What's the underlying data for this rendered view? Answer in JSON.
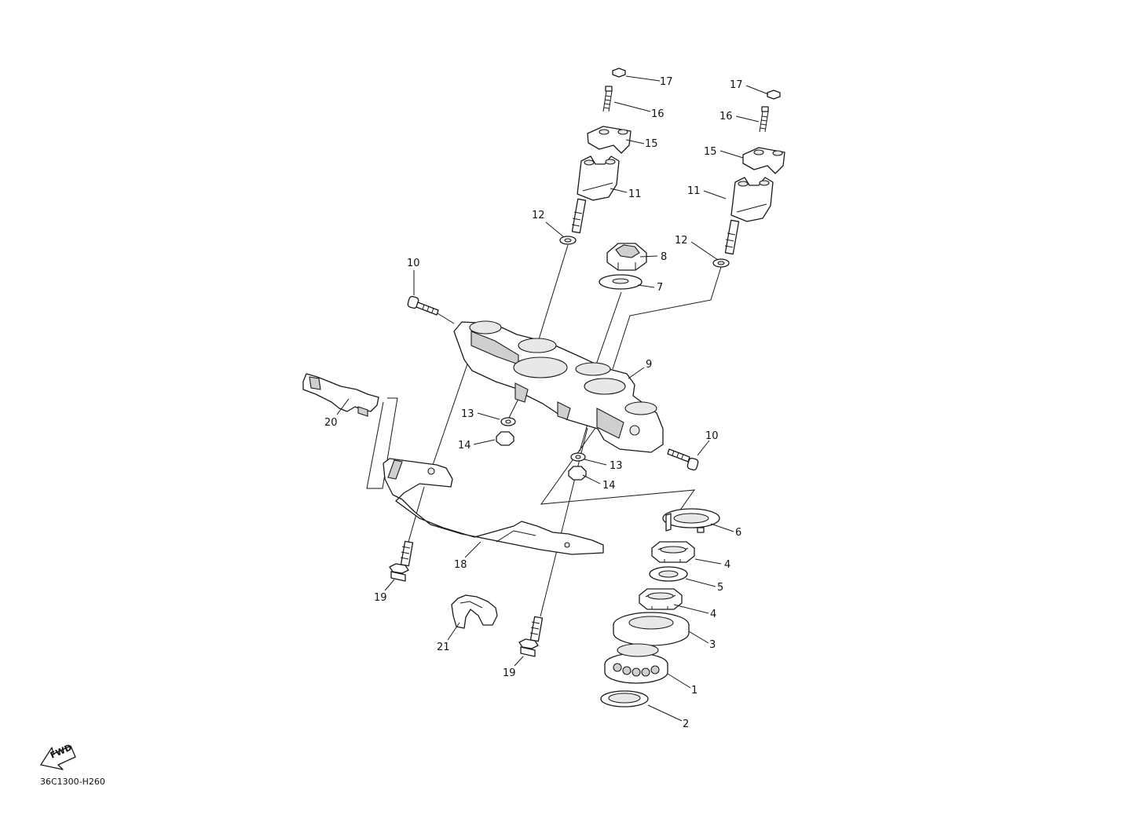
{
  "diagram": {
    "drawing_code": "36C1300-H260",
    "fwd_label": "FWD",
    "callouts": [
      {
        "id": "c17a",
        "label": "17"
      },
      {
        "id": "c16a",
        "label": "16"
      },
      {
        "id": "c15a",
        "label": "15"
      },
      {
        "id": "c11a",
        "label": "11"
      },
      {
        "id": "c12a",
        "label": "12"
      },
      {
        "id": "c17b",
        "label": "17"
      },
      {
        "id": "c16b",
        "label": "16"
      },
      {
        "id": "c15b",
        "label": "15"
      },
      {
        "id": "c11b",
        "label": "11"
      },
      {
        "id": "c12b",
        "label": "12"
      },
      {
        "id": "c8",
        "label": "8"
      },
      {
        "id": "c7",
        "label": "7"
      },
      {
        "id": "c10a",
        "label": "10"
      },
      {
        "id": "c9",
        "label": "9"
      },
      {
        "id": "c10b",
        "label": "10"
      },
      {
        "id": "c20",
        "label": "20"
      },
      {
        "id": "c13a",
        "label": "13"
      },
      {
        "id": "c14a",
        "label": "14"
      },
      {
        "id": "c13b",
        "label": "13"
      },
      {
        "id": "c14b",
        "label": "14"
      },
      {
        "id": "c6",
        "label": "6"
      },
      {
        "id": "c4a",
        "label": "4"
      },
      {
        "id": "c5",
        "label": "5"
      },
      {
        "id": "c4b",
        "label": "4"
      },
      {
        "id": "c3",
        "label": "3"
      },
      {
        "id": "c1",
        "label": "1"
      },
      {
        "id": "c2",
        "label": "2"
      },
      {
        "id": "c18",
        "label": "18"
      },
      {
        "id": "c19a",
        "label": "19"
      },
      {
        "id": "c21",
        "label": "21"
      },
      {
        "id": "c19b",
        "label": "19"
      }
    ]
  }
}
